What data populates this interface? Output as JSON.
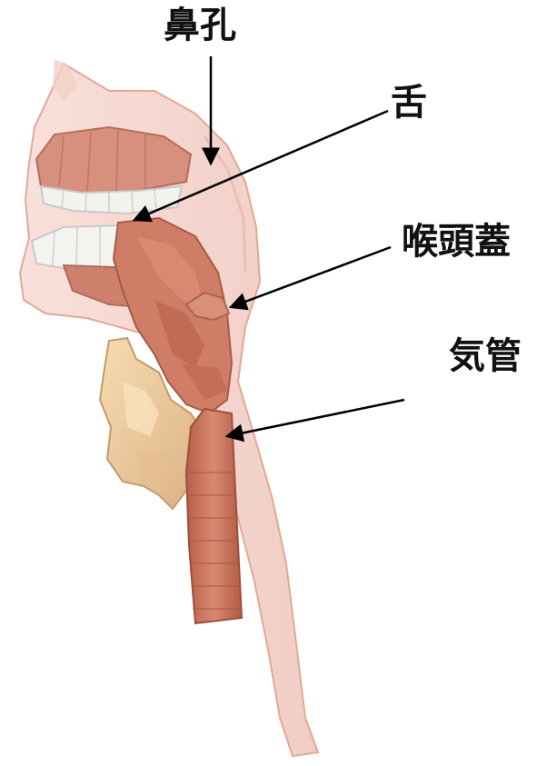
{
  "labels": {
    "nostril": "鼻孔",
    "tongue": "舌",
    "epiglottis": "喉頭蓋",
    "trachea": "気管"
  },
  "colors": {
    "skin": "#f0c7bd",
    "muscle": "#c9735c",
    "teeth": "#f4f4f2",
    "bone": "#f2cf9e",
    "arrow": "#000000"
  }
}
